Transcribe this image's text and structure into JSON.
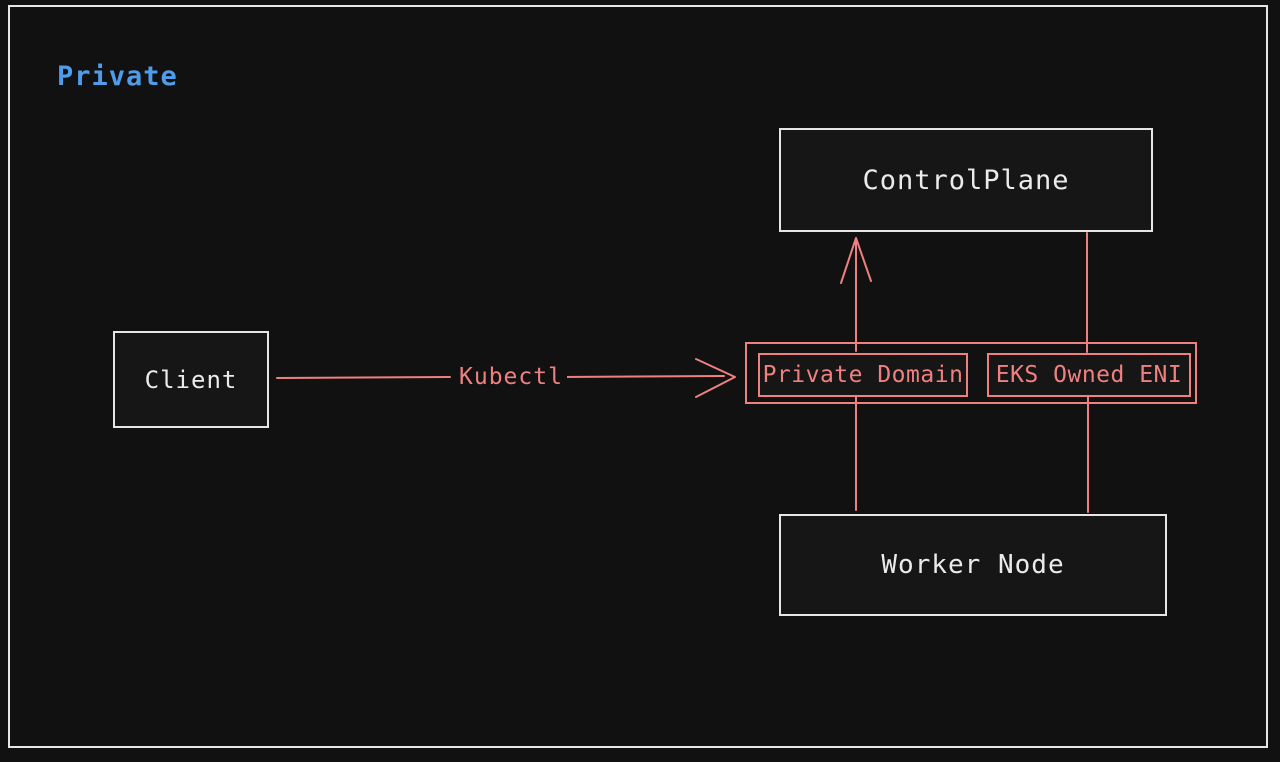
{
  "canvas": {
    "title": "Private",
    "colors": {
      "background": "#111111",
      "frame_border": "#E6E6E6",
      "node_border": "#E6E6E6",
      "node_fill": "#161616",
      "node_text": "#EBEBEB",
      "accent": "#F08080",
      "title_color": "#4E9CEA"
    }
  },
  "nodes": {
    "control_plane": {
      "label": "ControlPlane"
    },
    "client": {
      "label": "Client"
    },
    "worker_node": {
      "label": "Worker Node"
    },
    "gateway_group": {
      "private_domain": {
        "label": "Private Domain"
      },
      "eks_owned_eni": {
        "label": "EKS Owned ENI"
      }
    }
  },
  "edges": {
    "kubectl": {
      "label": "Kubectl"
    }
  }
}
